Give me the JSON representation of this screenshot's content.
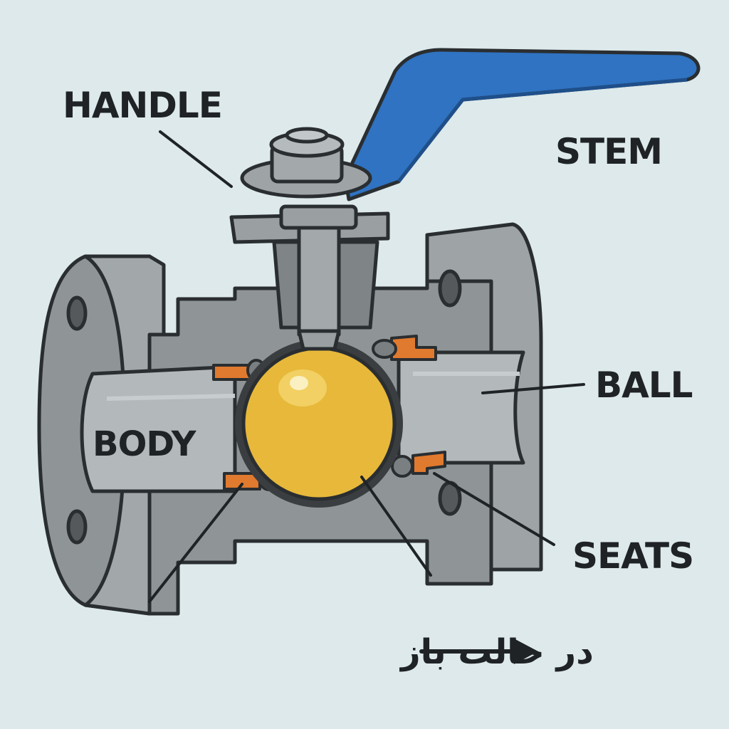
{
  "labels": {
    "handle": "HANDLE",
    "stem": "STEM",
    "ball": "BALL",
    "body": "BODY",
    "seats": "SEATS"
  },
  "caption": "در حالت باز",
  "colors": {
    "background": "#dde9eb",
    "metal": "#8f9597",
    "metal_light": "#a9afb1",
    "metal_dark": "#6f7577",
    "outline": "#2a2e31",
    "handle": "#2f73c2",
    "ball": "#e7b83a",
    "seat": "#e07a2e"
  },
  "icons": {
    "flow_arrow": "arrow-right-icon"
  }
}
